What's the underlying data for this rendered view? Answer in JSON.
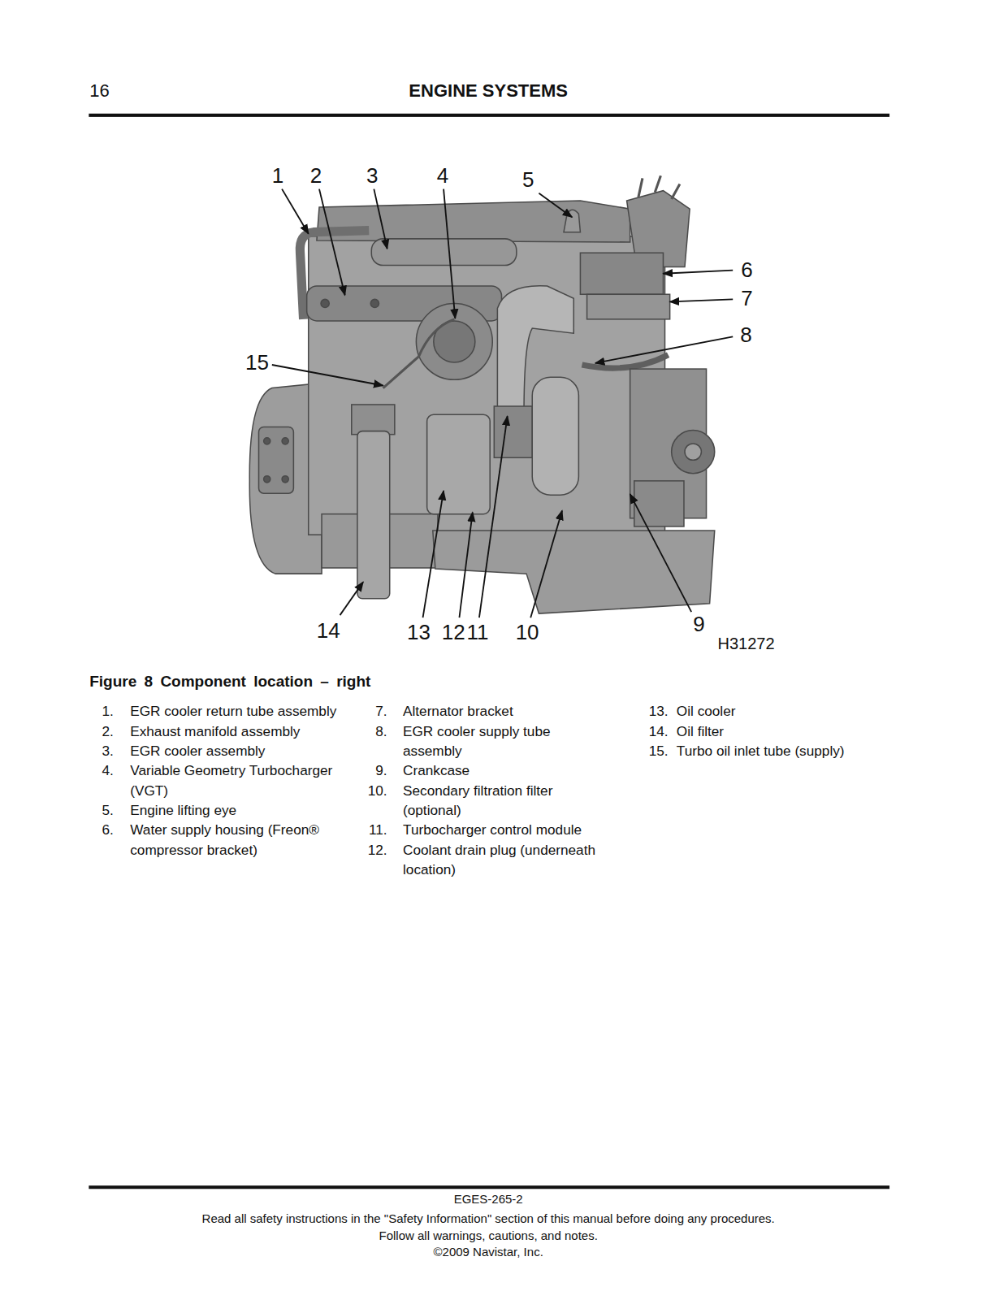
{
  "diagram": {
    "title": "ENGINE SYSTEMS",
    "caption": "Figure 8 Component location – right",
    "labels": [
      "16",
      "1",
      "2",
      "3",
      "4",
      "5",
      "6",
      "7",
      "8",
      "15",
      "14",
      "13",
      "12",
      "11",
      "10",
      "9",
      "H31272",
      "1.",
      "EGR cooler return tube assembly",
      "2.",
      "Exhaust manifold assembly",
      "3.",
      "EGR cooler assembly",
      "4.",
      "Variable Geometry Turbocharger (VGT)",
      "5.",
      "Engine lifting eye",
      "6.",
      "Water supply housing (Freon® compressor bracket)",
      "7.",
      "Alternator bracket",
      "8.",
      "EGR cooler supply tube assembly",
      "9.",
      "Crankcase",
      "10.",
      "Secondary filtration filter (optional)",
      "11.",
      "Turbocharger control module",
      "12.",
      "Coolant drain plug (underneath location)",
      "13.",
      "Oil cooler",
      "14.",
      "Oil filter",
      "15.",
      "Turbo oil inlet tube (supply)",
      "EGES-265-2",
      "Read all safety instructions in the \"Safety Information\" section of this manual before doing any procedures.",
      "Follow all warnings, cautions, and notes.",
      "©2009 Navistar, Inc."
    ]
  }
}
